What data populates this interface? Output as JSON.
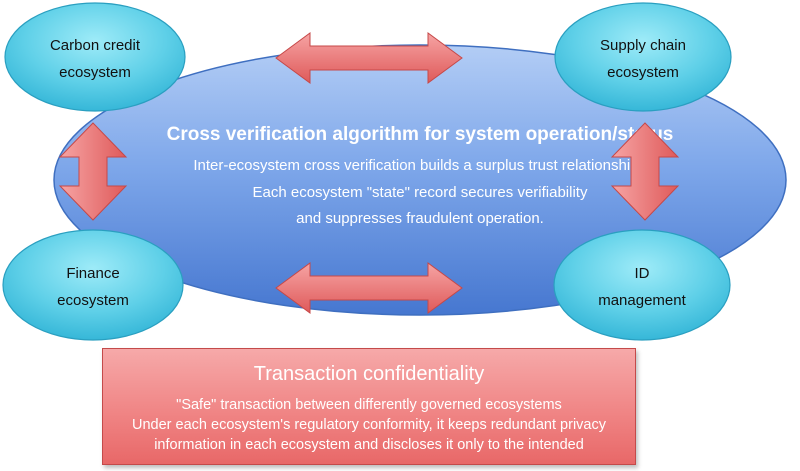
{
  "core": {
    "title": "Cross verification algorithm for system operation/status",
    "lines": [
      "Inter-ecosystem cross verification builds a surplus trust relationship.",
      "Each ecosystem \"state\" record secures verifiability",
      "and suppresses fraudulent operation."
    ]
  },
  "nodes": {
    "carbon": {
      "line1": "Carbon credit",
      "line2": "ecosystem"
    },
    "supply": {
      "line1": "Supply chain",
      "line2": "ecosystem"
    },
    "finance": {
      "line1": "Finance",
      "line2": "ecosystem"
    },
    "id": {
      "line1": "ID",
      "line2": "management"
    }
  },
  "confidentiality": {
    "title": "Transaction confidentiality",
    "lines": [
      "\"Safe\" transaction between differently governed ecosystems",
      "Under each ecosystem's regulatory conformity, it keeps redundant privacy",
      "information in each ecosystem and discloses it only to the intended"
    ]
  },
  "colors": {
    "core_fill_top": "#a9c6f2",
    "core_fill_bottom": "#4a7fd6",
    "node_fill": "#5ccde6",
    "arrow_fill": "#e86b6b",
    "box_fill": "#f08585"
  }
}
